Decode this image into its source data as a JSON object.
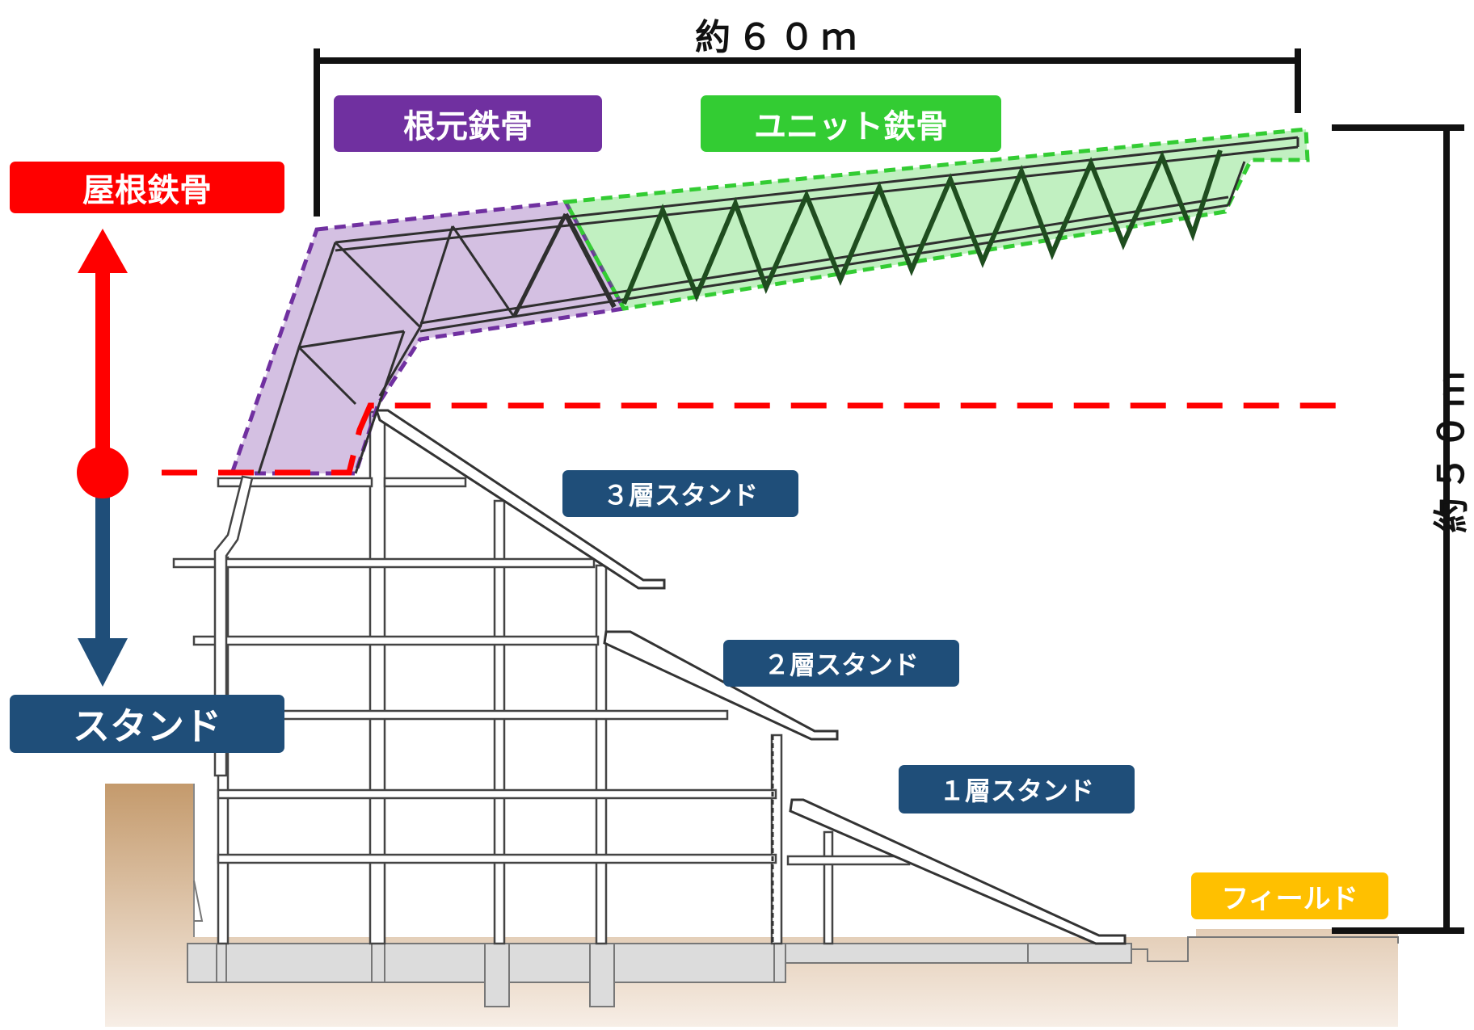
{
  "labels": {
    "root_steel": "根元鉄骨",
    "unit_steel": "ユニット鉄骨",
    "roof_steel": "屋根鉄骨",
    "stand": "スタンド",
    "stand3": "３層スタンド",
    "stand2": "２層スタンド",
    "stand1": "１層スタンド",
    "field": "フィールド"
  },
  "dimensions": {
    "width": "約６０ｍ",
    "height": "約５０ｍ"
  },
  "colors": {
    "root_steel": "#7030a0",
    "unit_steel": "#33cc33",
    "roof_steel": "#ff0000",
    "stand": "#1f4e79",
    "field": "#ffc000",
    "ground_top": "#c49a6c",
    "ground_bottom": "#f7eee6"
  }
}
